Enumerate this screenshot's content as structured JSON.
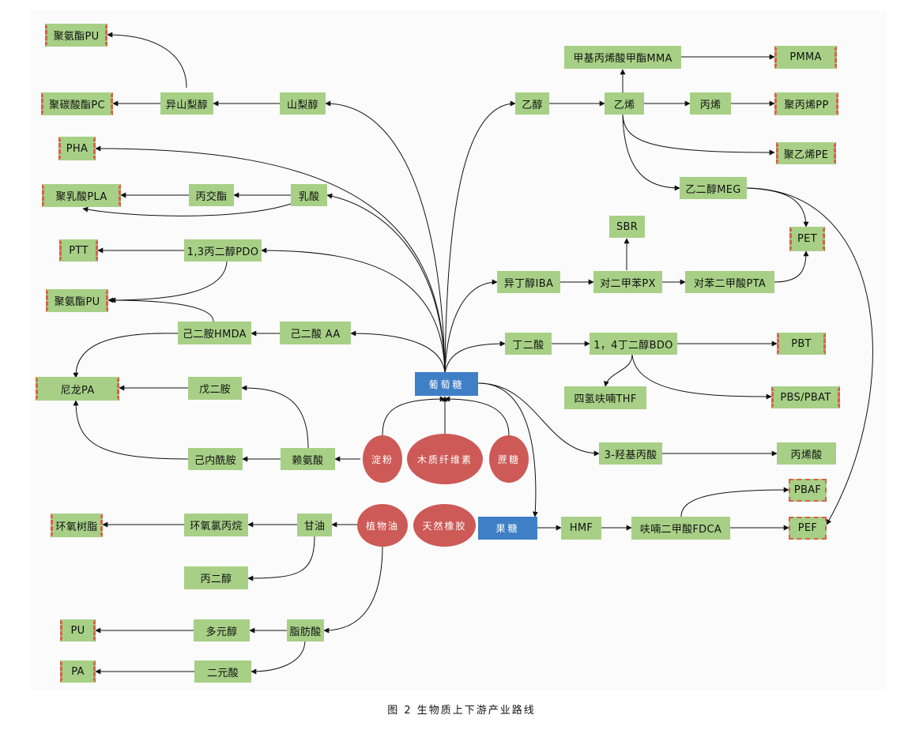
{
  "caption": "图 2  生物质上下游产业路线",
  "nodes": {
    "pu_top": "聚氨酯PU",
    "pc": "聚碳酸酯PC",
    "isosorbide": "异山梨醇",
    "sorbitol": "山梨醇",
    "pha": "PHA",
    "pla": "聚乳酸PLA",
    "lactide": "丙交酯",
    "lactic": "乳酸",
    "ptt": "PTT",
    "pdo": "1,3丙二醇PDO",
    "pu_mid": "聚氨酯PU",
    "hmda": "己二胺HMDA",
    "aa": "己二酸  AA",
    "pa_nylon": "尼龙PA",
    "pentanediamine": "戊二胺",
    "caprolactam": "己内酰胺",
    "lysine": "赖氨酸",
    "epoxy_resin": "环氧树脂",
    "ech": "环氧氯丙烷",
    "glycerol": "甘油",
    "propanediol": "丙二醇",
    "pu_bot": "PU",
    "polyol": "多元醇",
    "fatty_acid": "脂肪酸",
    "pa_bot": "PA",
    "dibasic": "二元酸",
    "glucose": "葡萄糖",
    "fructose": "果糖",
    "starch": "淀粉",
    "cellulose": "木质纤维素",
    "sucrose": "蔗糖",
    "veg_oil": "植物油",
    "rubber": "天然橡胶",
    "mma": "甲基丙烯酸甲酯MMA",
    "pmma": "PMMA",
    "ethanol": "乙醇",
    "ethylene": "乙烯",
    "propylene": "丙烯",
    "pp": "聚丙烯PP",
    "pe": "聚乙烯PE",
    "meg": "乙二醇MEG",
    "sbr": "SBR",
    "pet": "PET",
    "iba": "异丁醇IBA",
    "px": "对二甲苯PX",
    "pta": "对苯二甲酸PTA",
    "succinic": "丁二酸",
    "bdo": "1，4丁二醇BDO",
    "pbt": "PBT",
    "thf": "四氢呋喃THF",
    "pbs": "PBS/PBAT",
    "hpa": "3-羟基丙酸",
    "acrylic": "丙烯酸",
    "hmf": "HMF",
    "fdca": "呋喃二甲酸FDCA",
    "pbaf": "PBAF",
    "pef": "PEF"
  },
  "colors": {
    "product_fill": "#a7d086",
    "product_border": "#d8604a",
    "sugar": "#3f7fc6",
    "feedstock": "#cd5a57"
  }
}
